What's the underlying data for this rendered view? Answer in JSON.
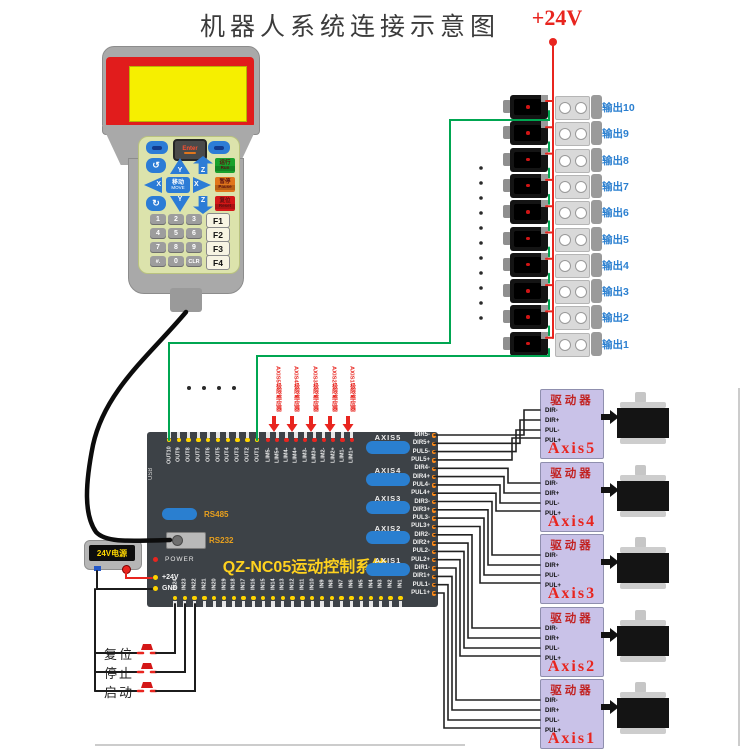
{
  "title": "机器人系统连接示意图",
  "power_rail": {
    "label": "+24V"
  },
  "pendant": {
    "enter_label": "Enter",
    "icons": {
      "rotate_ccw": "↺",
      "rotate_cw": "↻"
    },
    "nav": {
      "x": "X",
      "y": "Y",
      "z": "Z",
      "move_cn": "移动",
      "move_en": "MOVE"
    },
    "side_buttons": [
      {
        "cn": "运行",
        "en": "Run",
        "color": "#18a12c"
      },
      {
        "cn": "暂停",
        "en": "Pause",
        "color": "#e1761c"
      },
      {
        "cn": "复位",
        "en": "Reset",
        "color": "#d41717"
      }
    ],
    "numpad": [
      [
        "1",
        "2",
        "3"
      ],
      [
        "4",
        "5",
        "6"
      ],
      [
        "7",
        "8",
        "9"
      ],
      [
        "#.",
        "0",
        "CLR"
      ]
    ],
    "fkeys": [
      "F1",
      "F2",
      "F3",
      "F4"
    ]
  },
  "outputs": [
    "输出10",
    "输出9",
    "输出8",
    "输出7",
    "输出6",
    "输出5",
    "输出4",
    "输出3",
    "输出2",
    "输出1"
  ],
  "sensors": [
    "AXIS5极限感应器",
    "AXIS4极限感应器",
    "AXIS3极限感应器",
    "AXIS2极限感应器",
    "AXIS1极限感应器"
  ],
  "board": {
    "name": "QZ-NC05运动控制系统",
    "usb_label": "USB",
    "rs485_label": "RS485",
    "rs232_label": "RS232",
    "power_led_label": "POWER",
    "v24_label": "+24V",
    "gnd_label": "GND",
    "out_terminals": [
      "OUT10",
      "OUT9",
      "OUT8",
      "OUT7",
      "OUT6",
      "OUT5",
      "OUT4",
      "OUT3",
      "OUT2",
      "OUT1"
    ],
    "lim_terminals": [
      "LIM5-",
      "LIM5+",
      "LIM4-",
      "LIM4+",
      "LIM3-",
      "LIM3+",
      "LIM2-",
      "LIM2+",
      "LIM1-",
      "LIM1+"
    ],
    "in_terminals": [
      "IN24",
      "IN23",
      "IN22",
      "IN21",
      "IN20",
      "IN19",
      "IN18",
      "IN17",
      "IN16",
      "IN15",
      "IN14",
      "IN13",
      "IN12",
      "IN11",
      "IN10",
      "IN9",
      "IN8",
      "IN7",
      "IN6",
      "IN5",
      "IN4",
      "IN3",
      "IN2",
      "IN1"
    ],
    "axis_ports": [
      "AXIS5",
      "AXIS4",
      "AXIS3",
      "AXIS2",
      "AXIS1"
    ],
    "pulse_terminals": [
      "DIR5-",
      "DIR5+",
      "PUL5-",
      "PUL5+",
      "DIR4-",
      "DIR4+",
      "PUL4-",
      "PUL4+",
      "DIR3-",
      "DIR3+",
      "PUL3-",
      "PUL3+",
      "DIR2-",
      "DIR2+",
      "PUL2-",
      "PUL2+",
      "DIR1-",
      "DIR1+",
      "PUL1-",
      "PUL1+"
    ],
    "in_button_links": [
      "IN24",
      "IN23",
      "IN22"
    ]
  },
  "drivers": [
    {
      "title": "驱动器",
      "axis": "Axis5",
      "terminals": [
        "DIR-",
        "DIR+",
        "PUL-",
        "PUL+"
      ]
    },
    {
      "title": "驱动器",
      "axis": "Axis4",
      "terminals": [
        "DIR-",
        "DIR+",
        "PUL-",
        "PUL+"
      ]
    },
    {
      "title": "驱动器",
      "axis": "Axis3",
      "terminals": [
        "DIR-",
        "DIR+",
        "PUL-",
        "PUL+"
      ]
    },
    {
      "title": "驱动器",
      "axis": "Axis2",
      "terminals": [
        "DIR-",
        "DIR+",
        "PUL-",
        "PUL+"
      ]
    },
    {
      "title": "驱动器",
      "axis": "Axis1",
      "terminals": [
        "DIR-",
        "DIR+",
        "PUL-",
        "PUL+"
      ]
    }
  ],
  "psu": {
    "label": "24V电源"
  },
  "inputs": [
    "复位",
    "停止",
    "启动"
  ],
  "colors": {
    "wire_green": "#00a651",
    "wire_red": "#e8251f",
    "wire_black": "#1c1c1c",
    "board_bg": "#3d4247",
    "accent_blue": "#2a7fd0",
    "driver_fill": "#c9c2e8",
    "pendant_red": "#e11c1c",
    "screen_yellow": "#f6ef00",
    "board_text_yellow": "#ffd21e",
    "terminal_yellow": "#ffd400",
    "terminal_orange": "#ff8c1a"
  }
}
